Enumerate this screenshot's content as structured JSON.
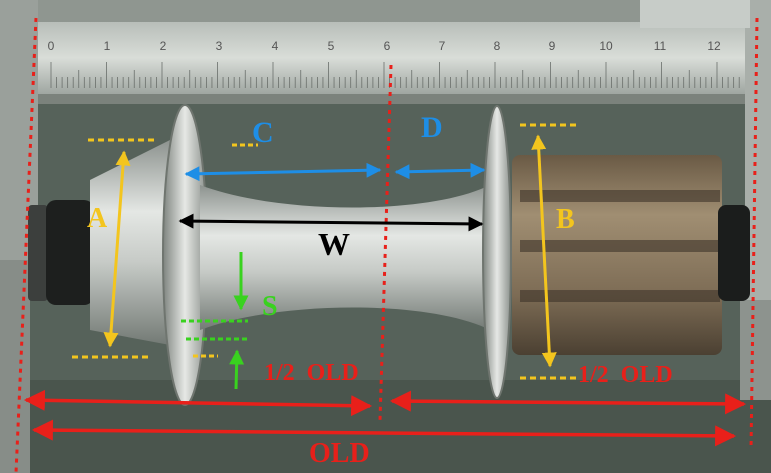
{
  "ruler": {
    "ticks": [
      "0",
      "1",
      "2",
      "3",
      "4",
      "5",
      "6",
      "7",
      "8",
      "9",
      "10",
      "11",
      "12"
    ]
  },
  "labels": {
    "a": "A",
    "b": "B",
    "c": "C",
    "d": "D",
    "w": "W",
    "s": "S",
    "half_old_left": "1/2  OLD",
    "half_old_right": "1/2  OLD",
    "old": "OLD"
  },
  "colors": {
    "red": "#e8201a",
    "yellow": "#f3c51e",
    "blue": "#1e8ee6",
    "green": "#39d21f",
    "black": "#000000"
  }
}
